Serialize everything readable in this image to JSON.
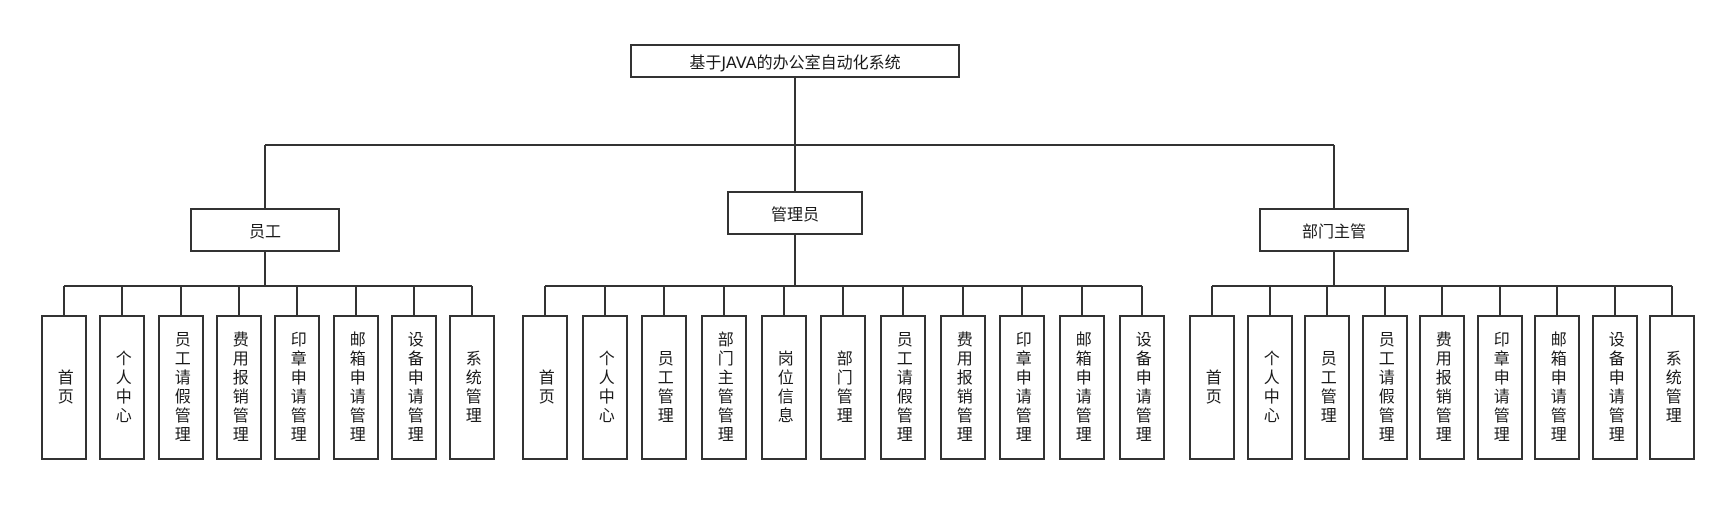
{
  "diagram": {
    "title": "基于JAVA的办公室自动化系统",
    "branches": [
      {
        "label": "员工",
        "children": [
          "首页",
          "个人中心",
          "员工请假管理",
          "费用报销管理",
          "印章申请管理",
          "邮箱申请管理",
          "设备申请管理",
          "系统管理"
        ]
      },
      {
        "label": "管理员",
        "children": [
          "首页",
          "个人中心",
          "员工管理",
          "部门主管管理",
          "岗位信息",
          "部门管理",
          "员工请假管理",
          "费用报销管理",
          "印章申请管理",
          "邮箱申请管理",
          "设备申请管理"
        ]
      },
      {
        "label": "部门主管",
        "children": [
          "首页",
          "个人中心",
          "员工管理",
          "员工请假管理",
          "费用报销管理",
          "印章申请管理",
          "邮箱申请管理",
          "设备申请管理",
          "系统管理"
        ]
      }
    ],
    "colors": {
      "border": "#333333",
      "line": "#333333",
      "background": "#ffffff",
      "text": "#1a1a1a"
    }
  }
}
